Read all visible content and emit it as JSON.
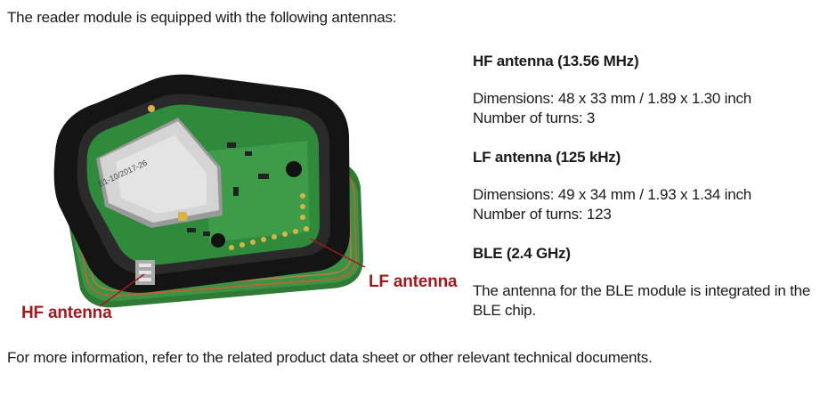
{
  "intro_text": "The reader module is equipped with the following antennas:",
  "figure": {
    "callouts": {
      "lf": "LF antenna",
      "hf": "HF antenna"
    },
    "board_label": "E1-10/2017-26",
    "colors": {
      "callout": "#9c1c22",
      "frame": "#141414",
      "pcb": "#2f8a3c",
      "coil": "#b5653a",
      "shield": "#c9c9c9"
    }
  },
  "antennas": [
    {
      "title": "HF antenna (13.56 MHz)",
      "lines": [
        "Dimensions: 48 x 33 mm / 1.89 x 1.30 inch",
        "Number of turns: 3"
      ]
    },
    {
      "title": "LF antenna (125 kHz)",
      "lines": [
        "Dimensions: 49 x 34 mm / 1.93 x 1.34 inch",
        "Number of turns: 123"
      ]
    },
    {
      "title": "BLE (2.4 GHz)",
      "lines": [
        "The antenna for the BLE module is integrated in the",
        "BLE chip."
      ]
    }
  ],
  "outro_text": "For more information, refer to the related product data sheet or other relevant technical documents."
}
